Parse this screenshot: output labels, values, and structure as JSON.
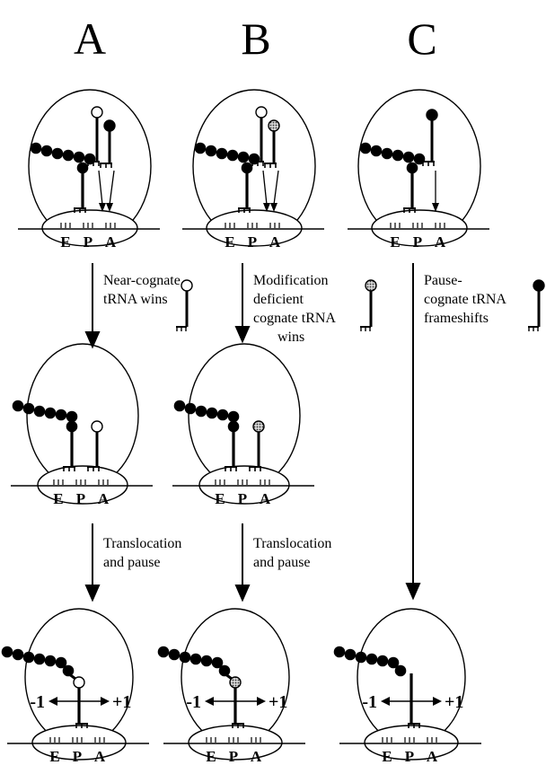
{
  "columns": [
    {
      "id": "A",
      "title": "A",
      "caption_1": [
        "Near-cognate",
        "tRNA wins"
      ],
      "caption_2": [
        "Translocation",
        "and pause"
      ],
      "incoming_trna": "near-cognate-open",
      "winner_trna": "near-cognate-open",
      "frameshift_labels": [
        "-1",
        "+1"
      ]
    },
    {
      "id": "B",
      "title": "B",
      "caption_1": [
        "Modification",
        "deficient",
        "cognate tRNA",
        "wins"
      ],
      "caption_2": [
        "Translocation",
        "and pause"
      ],
      "incoming_trna": "modification-deficient-shaded",
      "winner_trna": "modification-deficient-shaded",
      "frameshift_labels": [
        "-1",
        "+1"
      ]
    },
    {
      "id": "C",
      "title": "C",
      "caption_1": [
        "Pause-",
        "cognate tRNA",
        "frameshifts"
      ],
      "caption_2": [],
      "incoming_trna": "pause-cognate-filled",
      "winner_trna": "pause-cognate-filled",
      "frameshift_labels": [
        "-1",
        "+1"
      ]
    }
  ],
  "sites": [
    "E",
    "P",
    "A"
  ],
  "colors": {
    "ink": "#000000",
    "open_trna": "#ffffff",
    "shaded_trna": "#7a7a7a",
    "filled_trna": "#000000",
    "background": "#ffffff"
  }
}
